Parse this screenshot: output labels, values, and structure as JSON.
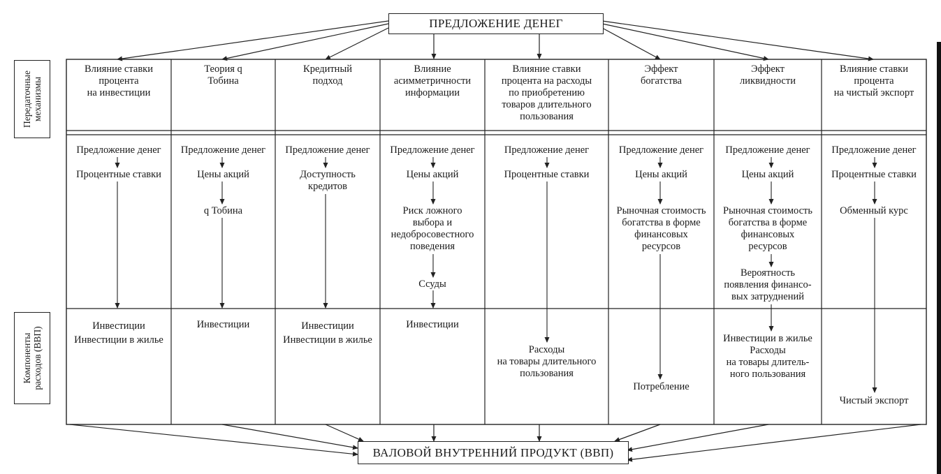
{
  "top_title": "ПРЕДЛОЖЕНИЕ ДЕНЕГ",
  "bottom_title": "ВАЛОВОЙ ВНУТРЕННИЙ ПРОДУКТ (ВВП)",
  "side_labels": {
    "mechanisms": "Передаточные\nмеханизмы",
    "components": "Компоненты\nрасходов (ВВП)"
  },
  "columns": [
    {
      "header": "Влияние ставки\nпроцента\nна инвестиции",
      "chain": [
        "Предложение денег",
        "Процентные ставки"
      ],
      "components": "Инвестиции\nИнвестиции в жилье"
    },
    {
      "header": "Теория q\nТобина",
      "chain": [
        "Предложение денег",
        "Цены акций",
        "q Тобина"
      ],
      "components": "Инвестиции"
    },
    {
      "header": "Кредитный\nподход",
      "chain": [
        "Предложение денег",
        "Доступность\nкредитов"
      ],
      "components": "Инвестиции\nИнвестиции в жилье"
    },
    {
      "header": "Влияние\nасимметричности\nинформации",
      "chain": [
        "Предложение денег",
        "Цены акций",
        "Риск ложного\nвыбора и\nнедобросовестного\nповедения",
        "Ссуды"
      ],
      "components": "Инвестиции"
    },
    {
      "header": "Влияние ставки\nпроцента на расходы\nпо приобретению\nтоваров длительного\nпользования",
      "chain": [
        "Предложение денег",
        "Процентные ставки"
      ],
      "components": "Расходы\nна товары длительного\nпользования"
    },
    {
      "header": "Эффект\nбогатства",
      "chain": [
        "Предложение денег",
        "Цены акций",
        "Рыночная стоимость\nбогатства в форме\nфинансовых\nресурсов"
      ],
      "components": "Потребление"
    },
    {
      "header": "Эффект\nликвидности",
      "chain": [
        "Предложение денег",
        "Цены акций",
        "Рыночная стоимость\nбогатства в форме\nфинансовых\nресурсов",
        "Вероятность\nпоявления финансо-\nвых затруднений"
      ],
      "components": "Инвестиции в жилье\nРасходы\nна товары длитель-\nного пользования"
    },
    {
      "header": "Влияние ставки\nпроцента\nна чистый экспорт",
      "chain": [
        "Предложение денег",
        "Процентные ставки",
        "Обменный курс"
      ],
      "components": "Чистый экспорт"
    }
  ]
}
